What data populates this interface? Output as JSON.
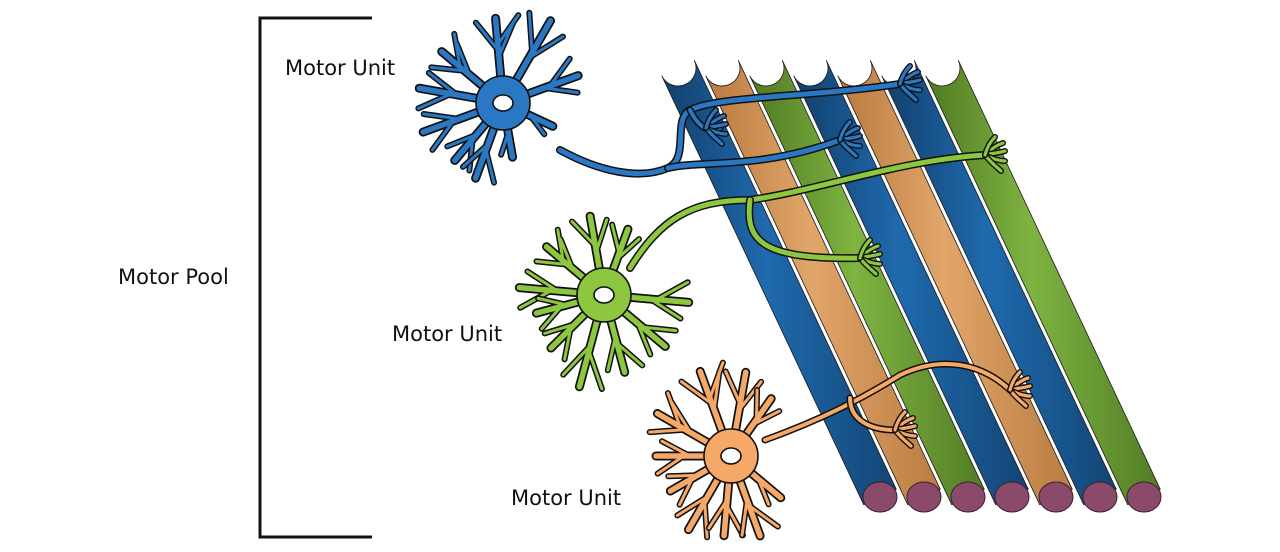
{
  "labels": {
    "motor_pool": "Motor Pool",
    "motor_unit_top": "Motor Unit",
    "motor_unit_middle": "Motor Unit",
    "motor_unit_bottom": "Motor Unit"
  },
  "colors": {
    "blue": "#1c5f9e",
    "blue_neuron": "#2a78c4",
    "tan": "#d7985a",
    "green": "#6f9f36",
    "green_neuron": "#8dc63f",
    "orange_neuron": "#f6a868",
    "fiber_end": "#8c4a6a",
    "outline": "#111111"
  },
  "fibers": [
    "blue",
    "tan",
    "green",
    "blue",
    "tan",
    "blue",
    "green"
  ],
  "motor_units": [
    {
      "name": "top",
      "color": "blue_neuron",
      "innervates": [
        0,
        3,
        5
      ]
    },
    {
      "name": "middle",
      "color": "green_neuron",
      "innervates": [
        2,
        6
      ]
    },
    {
      "name": "bottom",
      "color": "orange_neuron",
      "innervates": [
        1,
        4
      ]
    }
  ]
}
